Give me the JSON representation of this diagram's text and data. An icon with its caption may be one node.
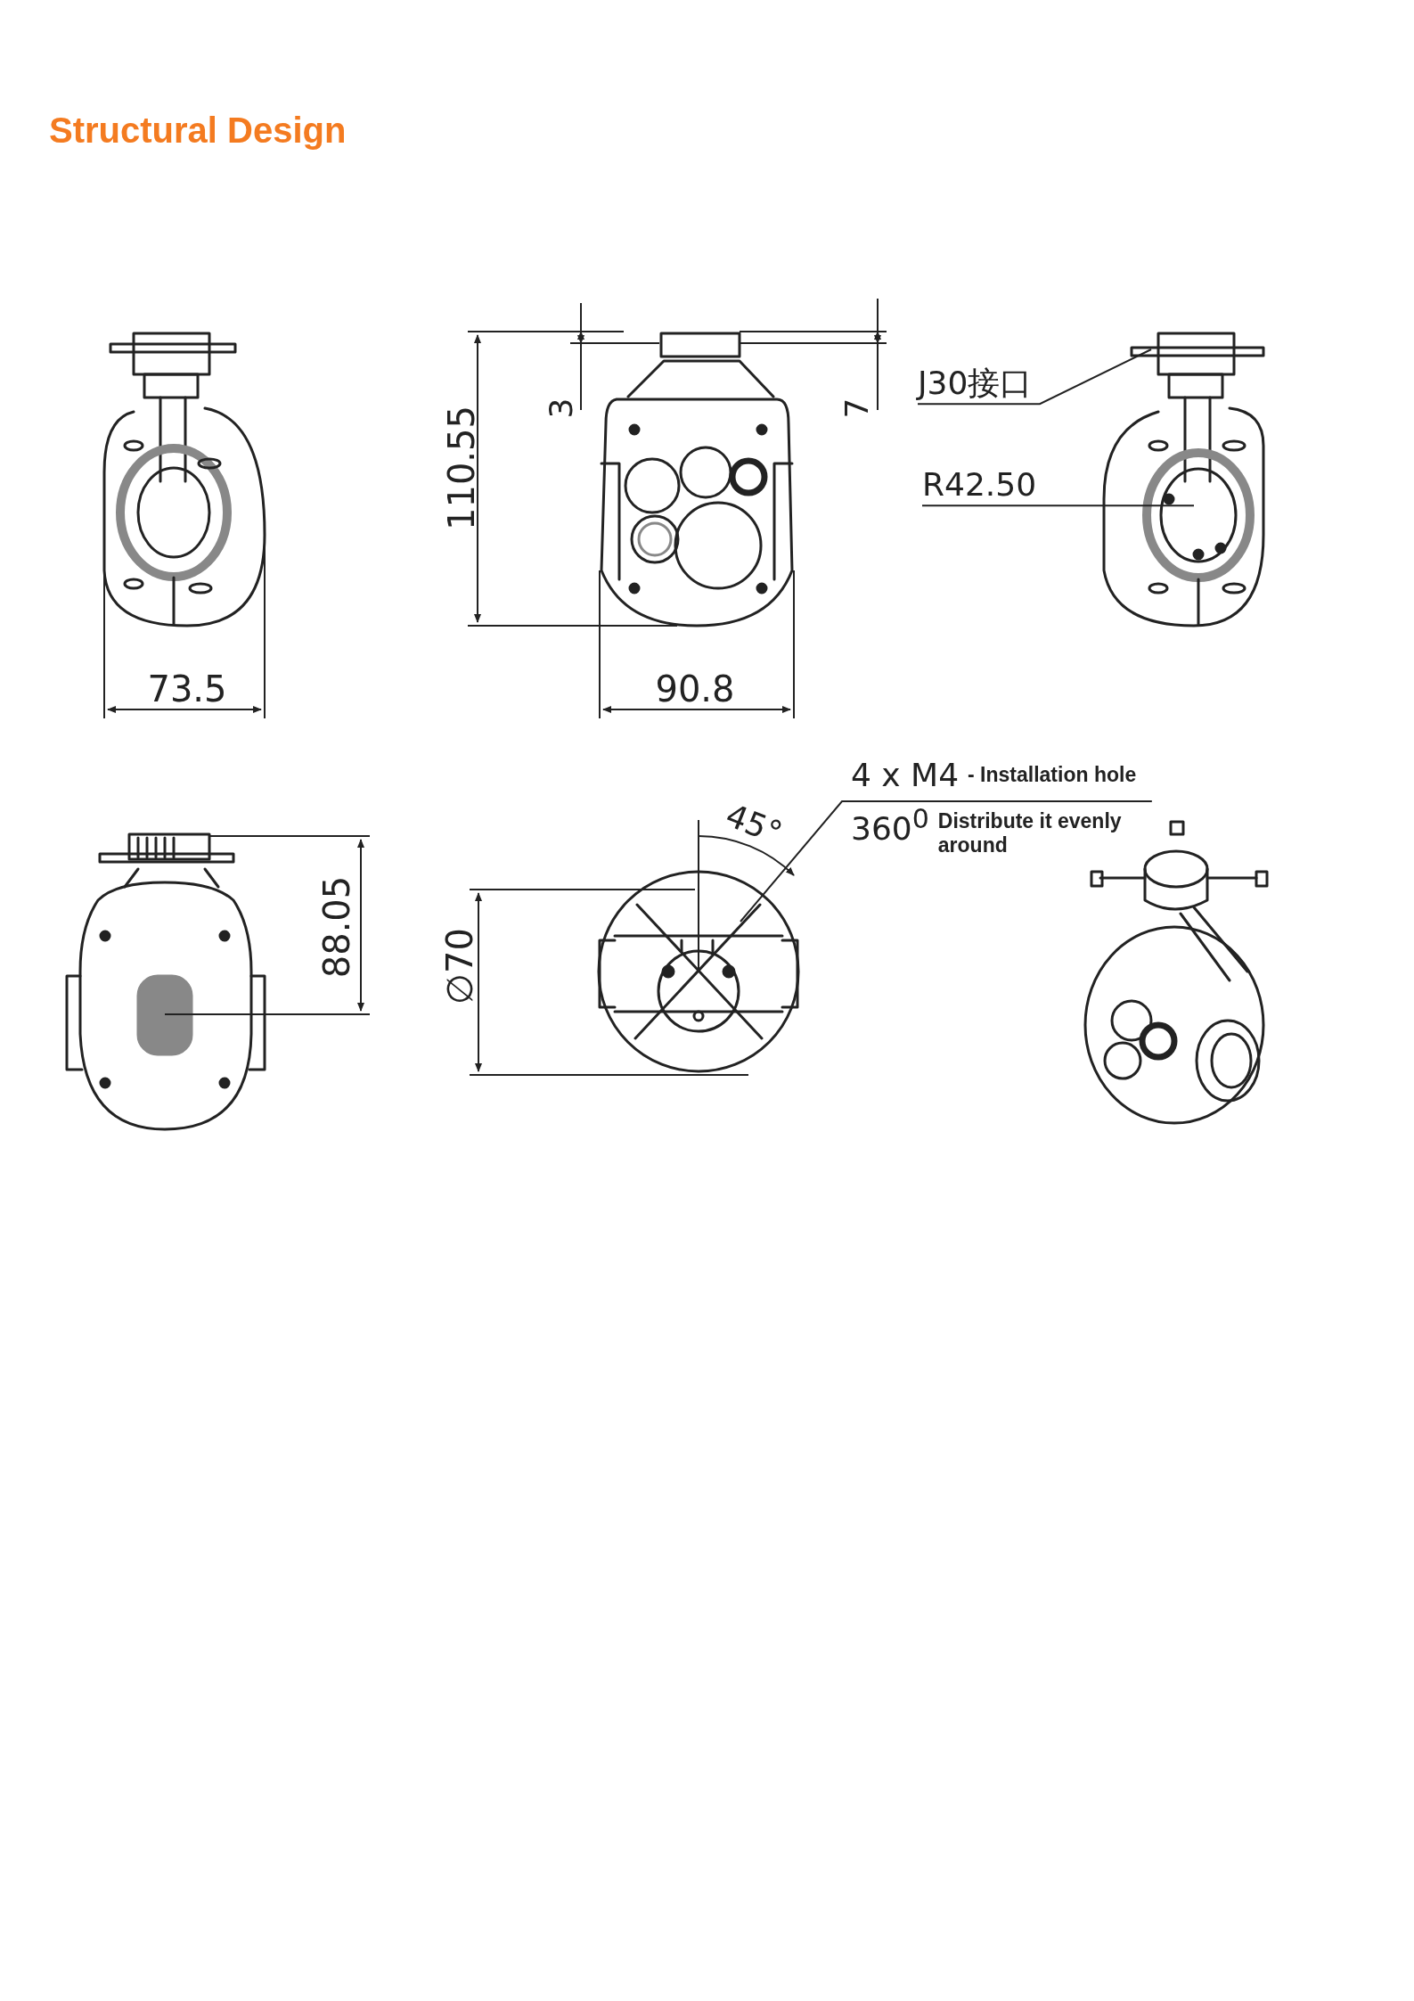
{
  "diagram": {
    "title": "Structural Design",
    "nodes": [
      {
        "text": [
          "J30接口"
        ]
      },
      {
        "text": [
          "R42.50"
        ]
      },
      {
        "text": [
          "4 x M4",
          "- Installation hole",
          "360$^{0}$",
          "Distribute it evenly around"
        ]
      }
    ],
    "edges": [
      {
        "from": 0,
        "to": null,
        "arrow": "none"
      },
      {
        "from": 1,
        "to": null,
        "arrow": "none"
      },
      {
        "from": 2,
        "to": null,
        "arrow": "none"
      }
    ],
    "labels": [
      "110.55",
      "3",
      "7",
      "73.5",
      "90.8",
      "45°",
      "88.05",
      "∅70"
    ]
  }
}
